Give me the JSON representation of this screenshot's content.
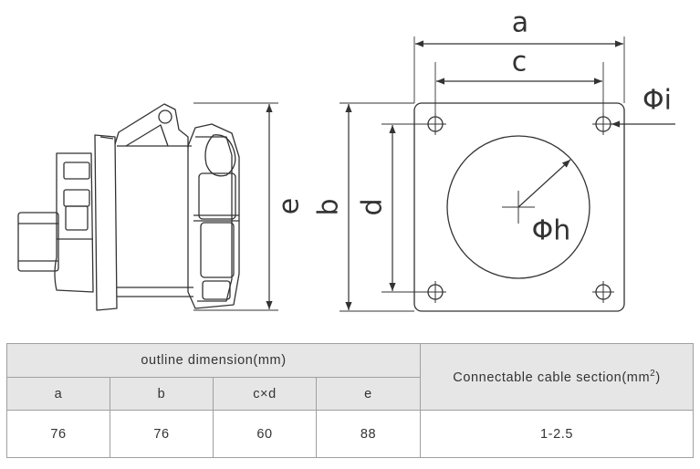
{
  "drawing": {
    "labels": {
      "a": "a",
      "b": "b",
      "c": "c",
      "d": "d",
      "e": "e",
      "h": "Φh",
      "i": "Φi"
    }
  },
  "table": {
    "group_header": "outline dimension(mm)",
    "side_header": "Connectable cable section",
    "side_header_unit": "(mm",
    "side_header_sup": "2",
    "side_header_close": ")",
    "columns": [
      "a",
      "b",
      "c×d",
      "e"
    ],
    "values": [
      "76",
      "76",
      "60",
      "88"
    ],
    "cable_value": "1-2.5"
  }
}
